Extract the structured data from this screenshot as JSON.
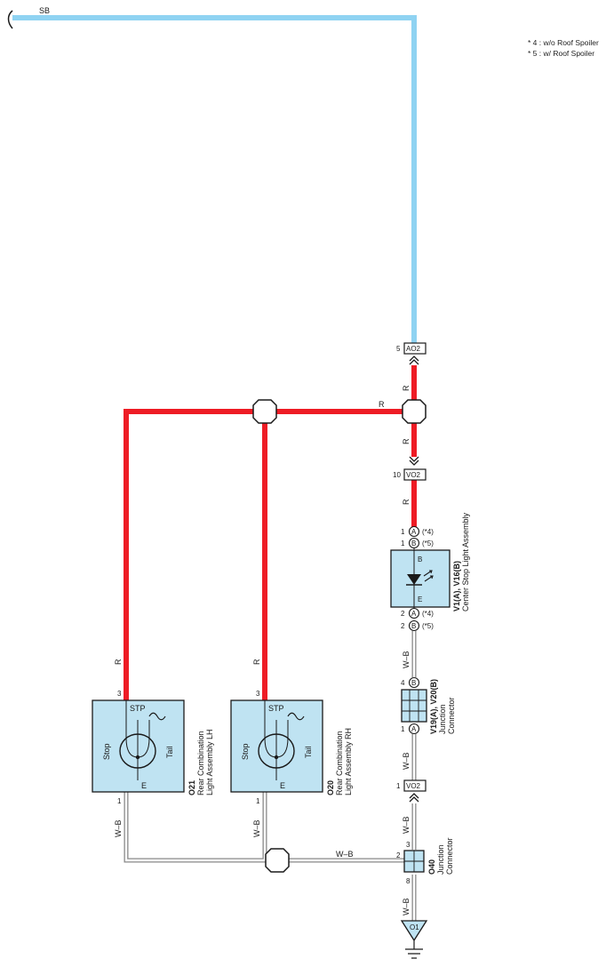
{
  "legend": [
    "* 4 : w/o Roof Spoiler",
    "* 5 : w/ Roof Spoiler"
  ],
  "colors": {
    "sb_wire": "#8fd3f2",
    "r_wire": "#ee1c25",
    "wb_wire": "#999999",
    "component_fill": "#bfe3f2"
  },
  "wires": {
    "sb": "SB",
    "r": "R",
    "wb": "W–B"
  },
  "connectors": {
    "ao2": {
      "code": "AO2",
      "pin": "5"
    },
    "vo2_top": {
      "code": "VO2",
      "pin": "10"
    },
    "vo2_bottom": {
      "code": "VO2",
      "pin": "1"
    },
    "o1": {
      "code": "O1"
    }
  },
  "center_stop": {
    "pin_top": "1",
    "pin_bottom": "2",
    "circle_a": "A",
    "circle_b": "B",
    "note4": "(*4)",
    "note5": "(*5)",
    "terminal_top": "B",
    "terminal_bottom": "E",
    "code": "V1(A), V16(B)",
    "name": "Center Stop Light Assembly"
  },
  "junction_v19": {
    "pin_top": "4",
    "pin_bottom": "1",
    "circle_top": "B",
    "circle_bottom": "A",
    "code": "V19(A), V20(B)",
    "name_line1": "Junction",
    "name_line2": "Connector"
  },
  "junction_o40": {
    "pin_top": "3",
    "pin_left": "2",
    "pin_bottom": "8",
    "code": "O40",
    "name_line1": "Junction",
    "name_line2": "Connector"
  },
  "rear_lh": {
    "code": "O21",
    "name_line1": "Rear Combination",
    "name_line2": "Light Assembly LH",
    "pin_top": "3",
    "pin_bottom": "1",
    "stp": "STP",
    "stop": "Stop",
    "tail": "Tail",
    "e": "E"
  },
  "rear_rh": {
    "code": "O20",
    "name_line1": "Rear Combination",
    "name_line2": "Light Assembly RH",
    "pin_top": "3",
    "pin_bottom": "1",
    "stp": "STP",
    "stop": "Stop",
    "tail": "Tail",
    "e": "E"
  }
}
